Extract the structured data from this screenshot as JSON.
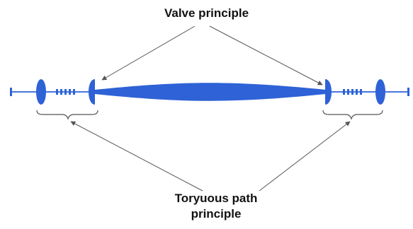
{
  "labels": {
    "top": "Valve principle",
    "bottom_line1": "Toryuous path",
    "bottom_line2": "principle"
  },
  "colors": {
    "structure": "#2e62d6",
    "arrow": "#555555",
    "text": "#111111"
  }
}
